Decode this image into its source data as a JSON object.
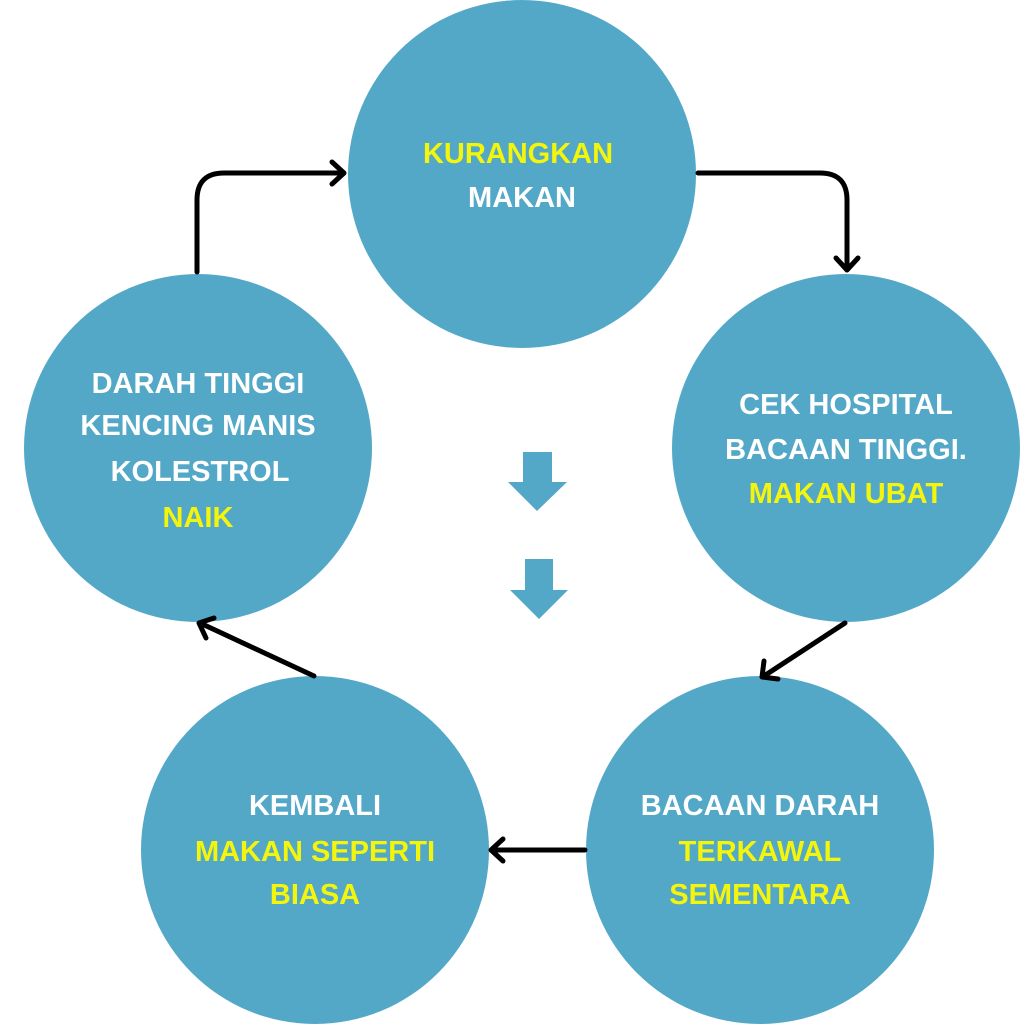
{
  "colors": {
    "circle": "#54a8c7",
    "text_white": "#ffffff",
    "text_yellow": "#f4f50c",
    "arrow": "#000000"
  },
  "nodes": [
    {
      "id": "top",
      "lines": [
        {
          "text": "KURANGKAN",
          "color": "yellow"
        },
        {
          "text": "MAKAN",
          "color": "white"
        }
      ]
    },
    {
      "id": "right",
      "lines": [
        {
          "text": "CEK HOSPITAL",
          "color": "white"
        },
        {
          "text": "BACAAN TINGGI.",
          "color": "white"
        },
        {
          "text": "MAKAN UBAT",
          "color": "yellow"
        }
      ]
    },
    {
      "id": "bottom-right",
      "lines": [
        {
          "text": "BACAAN DARAH",
          "color": "white"
        },
        {
          "text": "TERKAWAL",
          "color": "yellow"
        },
        {
          "text": "SEMENTARA",
          "color": "yellow"
        }
      ]
    },
    {
      "id": "bottom-left",
      "lines": [
        {
          "text": "KEMBALI",
          "color": "white"
        },
        {
          "text": "MAKAN SEPERTI",
          "color": "yellow"
        },
        {
          "text": "BIASA",
          "color": "yellow"
        }
      ]
    },
    {
      "id": "left",
      "lines": [
        {
          "text": "DARAH TINGGI",
          "color": "white"
        },
        {
          "text": "KENCING MANIS",
          "color": "white"
        },
        {
          "text": "KOLESTROL",
          "color": "white"
        },
        {
          "text": "NAIK",
          "color": "yellow"
        }
      ]
    }
  ],
  "edges": [
    {
      "from": "left",
      "to": "top"
    },
    {
      "from": "top",
      "to": "right"
    },
    {
      "from": "right",
      "to": "bottom-right"
    },
    {
      "from": "bottom-right",
      "to": "bottom-left"
    },
    {
      "from": "bottom-left",
      "to": "left"
    }
  ],
  "center_icons": [
    "down-arrow-icon",
    "down-arrow-icon"
  ]
}
